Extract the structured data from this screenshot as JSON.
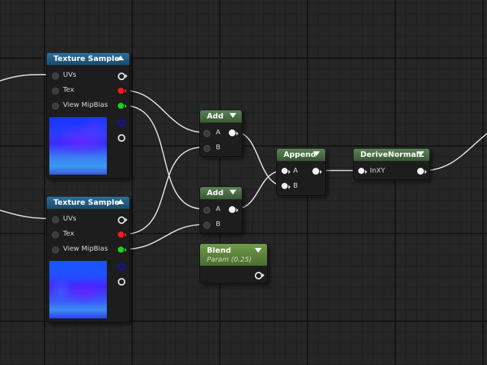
{
  "nodes": {
    "texture_sample_1": {
      "title": "Texture Sample",
      "pins": {
        "uvs": "UVs",
        "tex": "Tex",
        "view_mip_bias": "View MipBias"
      }
    },
    "texture_sample_2": {
      "title": "Texture Sample",
      "pins": {
        "uvs": "UVs",
        "tex": "Tex",
        "view_mip_bias": "View MipBias"
      }
    },
    "add_1": {
      "title": "Add",
      "pins": {
        "a": "A",
        "b": "B"
      }
    },
    "add_2": {
      "title": "Add",
      "pins": {
        "a": "A",
        "b": "B"
      }
    },
    "append": {
      "title": "Append",
      "pins": {
        "a": "A",
        "b": "B"
      }
    },
    "derive_normal_z": {
      "title": "DeriveNormalZ",
      "pins": {
        "in_xy": "InXY"
      }
    },
    "blend": {
      "title": "Blend",
      "subtitle": "Param (0.25)"
    }
  },
  "colors": {
    "background": "#262626",
    "wire": "#e8e8e8",
    "pin_red": "#ff1a1a",
    "pin_green": "#20d020",
    "pin_blue": "#1010c0",
    "header_texture": "#2d6f98",
    "header_math": "#5b8356",
    "header_param": "#6f9b4a"
  },
  "icons": [
    "collapse-up-arrow-icon",
    "collapse-down-arrow-icon",
    "pin-circle-icon",
    "pin-ring-icon"
  ]
}
